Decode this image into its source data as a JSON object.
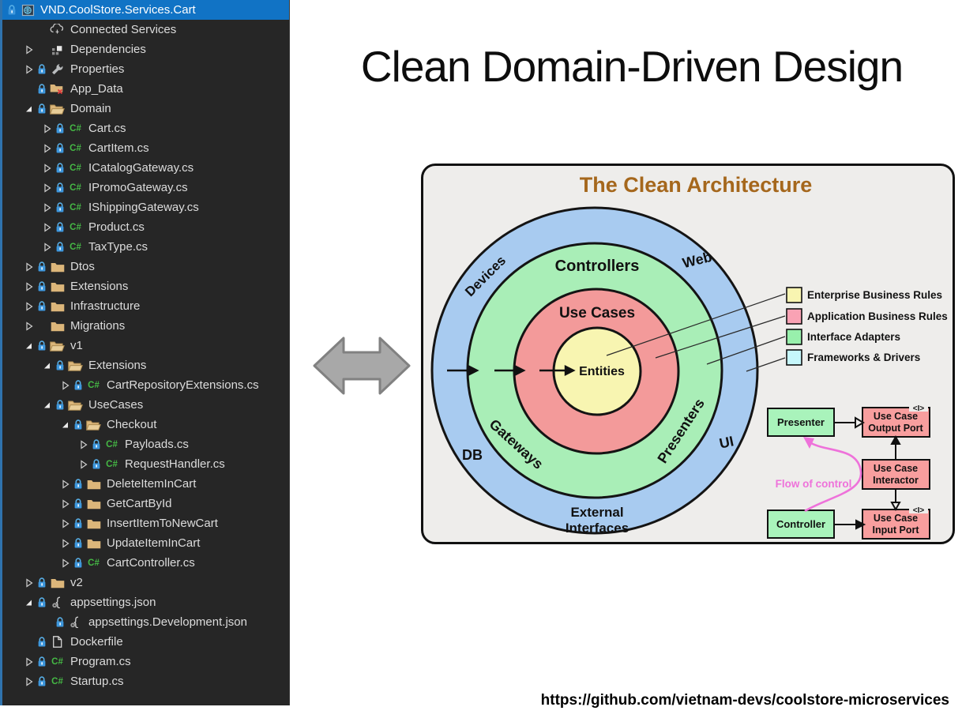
{
  "slide": {
    "title": "Clean Domain-Driven Design",
    "url": "https://github.com/vietnam-devs/coolstore-microservices"
  },
  "sidebar": {
    "items": [
      {
        "label": "VND.CoolStore.Services.Cart",
        "level": 0,
        "arrow": null,
        "lock": true,
        "icon": "project",
        "selected": true
      },
      {
        "label": "Connected Services",
        "level": 1,
        "arrow": null,
        "lock": false,
        "icon": "cloud"
      },
      {
        "label": "Dependencies",
        "level": 1,
        "arrow": "col",
        "lock": false,
        "icon": "deps"
      },
      {
        "label": "Properties",
        "level": 1,
        "arrow": "col",
        "lock": true,
        "icon": "wrench"
      },
      {
        "label": "App_Data",
        "level": 1,
        "arrow": null,
        "lock": true,
        "icon": "folder-x"
      },
      {
        "label": "Domain",
        "level": 1,
        "arrow": "exp",
        "lock": true,
        "icon": "folder-open"
      },
      {
        "label": "Cart.cs",
        "level": 2,
        "arrow": "col",
        "lock": true,
        "icon": "csharp"
      },
      {
        "label": "CartItem.cs",
        "level": 2,
        "arrow": "col",
        "lock": true,
        "icon": "csharp"
      },
      {
        "label": "ICatalogGateway.cs",
        "level": 2,
        "arrow": "col",
        "lock": true,
        "icon": "csharp"
      },
      {
        "label": "IPromoGateway.cs",
        "level": 2,
        "arrow": "col",
        "lock": true,
        "icon": "csharp"
      },
      {
        "label": "IShippingGateway.cs",
        "level": 2,
        "arrow": "col",
        "lock": true,
        "icon": "csharp"
      },
      {
        "label": "Product.cs",
        "level": 2,
        "arrow": "col",
        "lock": true,
        "icon": "csharp"
      },
      {
        "label": "TaxType.cs",
        "level": 2,
        "arrow": "col",
        "lock": true,
        "icon": "csharp"
      },
      {
        "label": "Dtos",
        "level": 1,
        "arrow": "col",
        "lock": true,
        "icon": "folder"
      },
      {
        "label": "Extensions",
        "level": 1,
        "arrow": "col",
        "lock": true,
        "icon": "folder"
      },
      {
        "label": "Infrastructure",
        "level": 1,
        "arrow": "col",
        "lock": true,
        "icon": "folder"
      },
      {
        "label": "Migrations",
        "level": 1,
        "arrow": "col",
        "lock": false,
        "icon": "folder"
      },
      {
        "label": "v1",
        "level": 1,
        "arrow": "exp",
        "lock": true,
        "icon": "folder-open"
      },
      {
        "label": "Extensions",
        "level": 2,
        "arrow": "exp",
        "lock": true,
        "icon": "folder-open"
      },
      {
        "label": "CartRepositoryExtensions.cs",
        "level": 3,
        "arrow": "col",
        "lock": true,
        "icon": "csharp"
      },
      {
        "label": "UseCases",
        "level": 2,
        "arrow": "exp",
        "lock": true,
        "icon": "folder-open"
      },
      {
        "label": "Checkout",
        "level": 3,
        "arrow": "exp",
        "lock": true,
        "icon": "folder-open"
      },
      {
        "label": "Payloads.cs",
        "level": 4,
        "arrow": "col",
        "lock": true,
        "icon": "csharp"
      },
      {
        "label": "RequestHandler.cs",
        "level": 4,
        "arrow": "col",
        "lock": true,
        "icon": "csharp"
      },
      {
        "label": "DeleteItemInCart",
        "level": 3,
        "arrow": "col",
        "lock": true,
        "icon": "folder"
      },
      {
        "label": "GetCartById",
        "level": 3,
        "arrow": "col",
        "lock": true,
        "icon": "folder"
      },
      {
        "label": "InsertItemToNewCart",
        "level": 3,
        "arrow": "col",
        "lock": true,
        "icon": "folder"
      },
      {
        "label": "UpdateItemInCart",
        "level": 3,
        "arrow": "col",
        "lock": true,
        "icon": "folder"
      },
      {
        "label": "CartController.cs",
        "level": 3,
        "arrow": "col",
        "lock": true,
        "icon": "csharp"
      },
      {
        "label": "v2",
        "level": 1,
        "arrow": "col",
        "lock": true,
        "icon": "folder"
      },
      {
        "label": "appsettings.json",
        "level": 1,
        "arrow": "exp",
        "lock": true,
        "icon": "json"
      },
      {
        "label": "appsettings.Development.json",
        "level": 2,
        "arrow": null,
        "lock": true,
        "icon": "json"
      },
      {
        "label": "Dockerfile",
        "level": 1,
        "arrow": null,
        "lock": true,
        "icon": "doc"
      },
      {
        "label": "Program.cs",
        "level": 1,
        "arrow": "col",
        "lock": true,
        "icon": "csharp"
      },
      {
        "label": "Startup.cs",
        "level": 1,
        "arrow": "col",
        "lock": true,
        "icon": "csharp"
      }
    ]
  },
  "diagram": {
    "title": "The Clean Architecture",
    "colors": {
      "frameworks_blue": "#a8cbf0",
      "adapters_green": "#a9eeb7",
      "app_red": "#f39a9a",
      "enterprise_yellow": "#f8f5b1",
      "box_green": "#a9f3bb",
      "box_pink": "#f89e9e",
      "flow_pink": "#ee72da",
      "title_brown": "#a5671c"
    },
    "rings": {
      "controllers": "Controllers",
      "use_cases": "Use Cases",
      "entities": "Entities",
      "devices": "Devices",
      "web": "Web",
      "db": "DB",
      "gateways": "Gateways",
      "presenters": "Presenters",
      "ui": "UI",
      "external_line1": "External",
      "external_line2": "Interfaces"
    },
    "legend": [
      {
        "label": "Enterprise Business Rules",
        "color": "#f8f5b1"
      },
      {
        "label": "Application Business Rules",
        "color": "#f9a2b4"
      },
      {
        "label": "Interface Adapters",
        "color": "#98f0ac"
      },
      {
        "label": "Frameworks & Drivers",
        "color": "#c6f7fb"
      }
    ],
    "flow": {
      "presenter": "Presenter",
      "controller": "Controller",
      "output_port_line1": "Use Case",
      "output_port_line2": "Output Port",
      "interactor_line1": "Use Case",
      "interactor_line2": "Interactor",
      "input_port_line1": "Use Case",
      "input_port_line2": "Input Port",
      "flow_label": "Flow of control",
      "interface_marker": "<I>"
    }
  }
}
